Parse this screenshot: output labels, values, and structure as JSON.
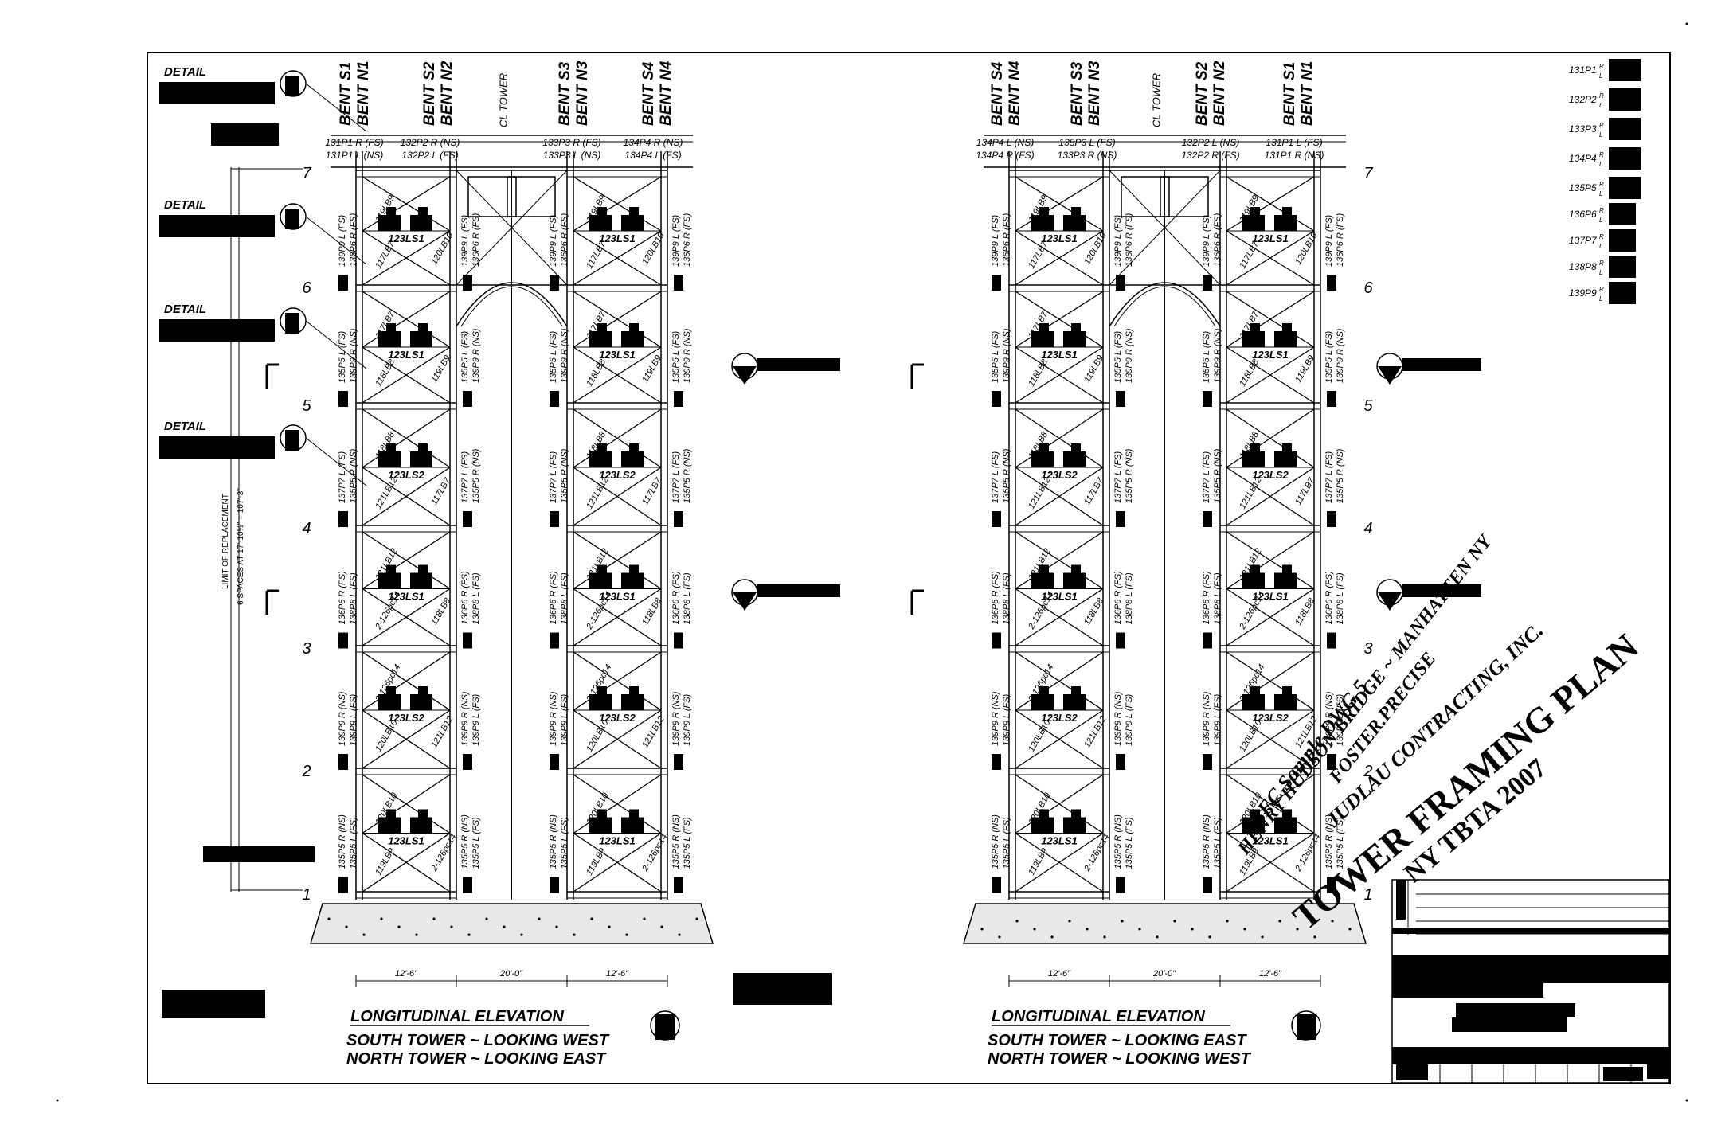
{
  "detail_label": "DETAIL",
  "cl_tower_label": "CL TOWER",
  "levels": [
    "1",
    "2",
    "3",
    "4",
    "5",
    "6",
    "7"
  ],
  "left_bents": [
    "BENT S1\nBENT N1",
    "BENT S2\nBENT N2",
    "BENT S3\nBENT N3",
    "BENT S4\nBENT N4"
  ],
  "right_bents": [
    "BENT S4\nBENT N4",
    "BENT S3\nBENT N3",
    "BENT S2\nBENT N2",
    "BENT S1\nBENT N1"
  ],
  "left_top_tags": [
    [
      "131P1 R (FS)",
      "131P1 L (NS)"
    ],
    [
      "132P2 R (NS)",
      "132P2 L (FS)"
    ],
    [
      "133P3 R (FS)",
      "133P3 L (NS)"
    ],
    [
      "134P4 R (NS)",
      "134P4 L (FS)"
    ]
  ],
  "right_top_tags": [
    [
      "134P4 L (NS)",
      "134P4 R (FS)"
    ],
    [
      "135P3 L (FS)",
      "133P3 R (NS)"
    ],
    [
      "132P2 L (NS)",
      "132P2 R (FS)"
    ],
    [
      "131P1 L (FS)",
      "131P1 R (NS)"
    ]
  ],
  "panel_labels": [
    "123LS1",
    "123LS2",
    "123LS1",
    "123LS2",
    "123LS1",
    "123LS1"
  ],
  "brace_labels": [
    "119LB9",
    "120LB10",
    "2-126pc14",
    "121LB12",
    "118LB8",
    "117LB7"
  ],
  "post_tags": [
    "135P5 R (NS)",
    "135P5 L (FS)",
    "139P9 R (NS)",
    "139P9 L (FS)",
    "136P6 R (FS)",
    "138P8 L (FS)",
    "137P7 L (FS)"
  ],
  "dimensions": {
    "bay": "12'-6\"",
    "gap": "20'-0\""
  },
  "vertical_dim": "LIMIT OF REPLACEMENT\n6 SPACES AT 17'-10½\" = 107'-3\"",
  "left_caption": {
    "title": "LONGITUDINAL ELEVATION",
    "line1": "SOUTH TOWER ~ LOOKING WEST",
    "line2": "NORTH TOWER ~ LOOKING EAST"
  },
  "right_caption": {
    "title": "LONGITUDINAL ELEVATION",
    "line1": "SOUTH TOWER ~ LOOKING EAST",
    "line2": "NORTH TOWER ~ LOOKING WEST"
  },
  "legend": [
    "131P1 R L",
    "132P2 R L",
    "133P3 R L",
    "134P4 R L",
    "135P5 R L",
    "136P6 R L",
    "137P7 R L",
    "138P8 R L",
    "139P9 R L"
  ],
  "stamp": {
    "line1": "BFC Sample DWG 5",
    "line2": "HENRY HUDSON BRIDGE ~ MANHATTEN NY",
    "line3": "FOSTER.PRECISE",
    "line4": "JUDLAU CONTRACTING, INC.",
    "line5": "TOWER FRAMING PLAN",
    "line6": "NY TBTA 2007"
  },
  "colors": {
    "ink": "#000000",
    "paper": "#ffffff"
  }
}
